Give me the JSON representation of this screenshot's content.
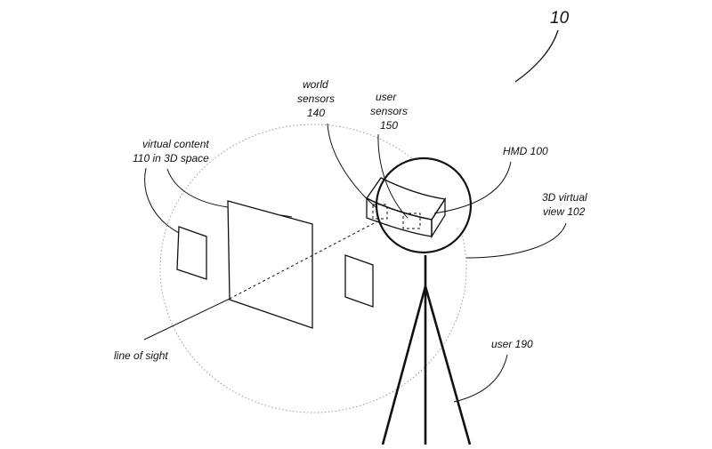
{
  "figure": {
    "number": "10"
  },
  "labels": {
    "virtual_content_line1": "virtual content",
    "virtual_content_line2": "110 in 3D space",
    "world_sensors_line1": "world",
    "world_sensors_line2": "sensors",
    "world_sensors_line3": "140",
    "user_sensors_line1": "user",
    "user_sensors_line2": "sensors",
    "user_sensors_line3": "150",
    "hmd": "HMD 100",
    "view_line1": "3D virtual",
    "view_line2": "view 102",
    "line_of_sight": "line of sight",
    "user": "user 190"
  }
}
